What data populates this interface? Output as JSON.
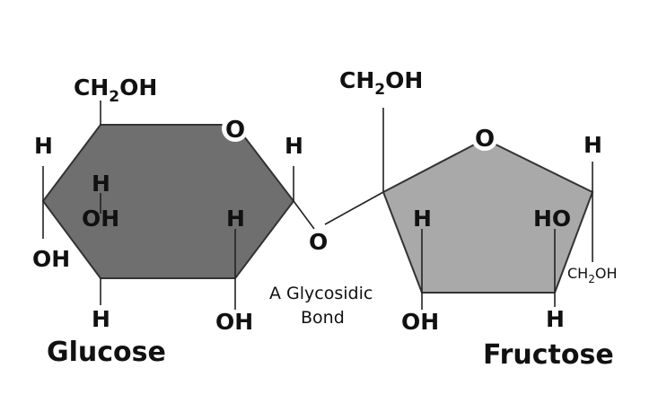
{
  "colors": {
    "glucose_ring": "#6f6f6f",
    "fructose_ring": "#a9a9a9",
    "ring_outline": "#333333",
    "text": "#111111"
  },
  "glucose": {
    "name": "Glucose",
    "ch2oh_main": "CH",
    "ch2oh_sub": "2",
    "ch2oh_tail": "OH",
    "ring_oxygen": "O",
    "h_left": "H",
    "h_inner": "H",
    "oh_inner": "OH",
    "h_right_inner": "H",
    "oh_left": "OH",
    "h_bottom": "H",
    "oh_bottom": "OH",
    "h_top_right": "H"
  },
  "bond": {
    "oxygen": "O",
    "label_line1": "A Glycosidic",
    "label_line2": "Bond"
  },
  "fructose": {
    "name": "Fructose",
    "ch2oh_main": "CH",
    "ch2oh_sub": "2",
    "ch2oh_tail": "OH",
    "ring_oxygen": "O",
    "h_right": "H",
    "h_inner": "H",
    "ho_inner": "HO",
    "ch2oh_small_main": "CH",
    "ch2oh_small_sub": "2",
    "ch2oh_small_tail": "OH",
    "oh_bottom": "OH",
    "h_bottom": "H"
  }
}
